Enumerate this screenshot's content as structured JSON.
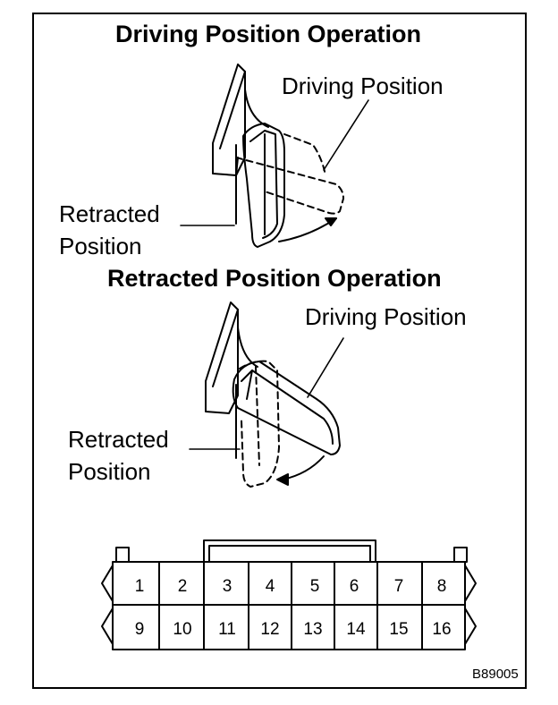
{
  "diagram": {
    "section_top": {
      "title": "Driving Position Operation",
      "driving_label": "Driving Position",
      "retracted_label_line1": "Retracted",
      "retracted_label_line2": "Position"
    },
    "section_bottom": {
      "title": "Retracted Position Operation",
      "driving_label": "Driving Position",
      "retracted_label_line1": "Retracted",
      "retracted_label_line2": "Position"
    },
    "connector": {
      "top_row": [
        "1",
        "2",
        "3",
        "4",
        "5",
        "6",
        "7",
        "8"
      ],
      "bottom_row": [
        "9",
        "10",
        "11",
        "12",
        "13",
        "14",
        "15",
        "16"
      ]
    },
    "figure_code": "B89005"
  }
}
